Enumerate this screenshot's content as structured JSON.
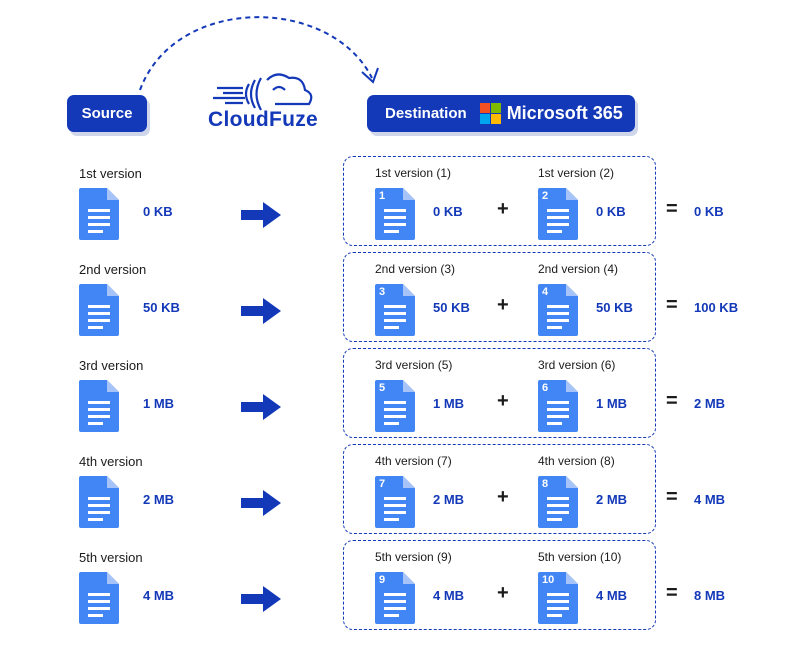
{
  "header": {
    "source_label": "Source",
    "brand_name": "CloudFuze",
    "destination_label": "Destination",
    "destination_product": "Microsoft 365",
    "ms_logo_colors": [
      "#f25022",
      "#7fba00",
      "#00a4ef",
      "#ffb900"
    ]
  },
  "colors": {
    "accent": "#1338b8",
    "doc_blue": "#4285f4",
    "doc_fold": "#a7c4f8"
  },
  "icons": {
    "document": "document-icon",
    "arrow": "arrow-right-icon"
  },
  "rows": [
    {
      "source_version": "1st version",
      "source_size": "0 KB",
      "dest_a_label": "1st version (1)",
      "dest_a_num": "1",
      "dest_a_size": "0 KB",
      "dest_b_label": "1st version (2)",
      "dest_b_num": "2",
      "dest_b_size": "0 KB",
      "plus": "+",
      "equals": "=",
      "total": "0 KB"
    },
    {
      "source_version": "2nd version",
      "source_size": "50 KB",
      "dest_a_label": "2nd version (3)",
      "dest_a_num": "3",
      "dest_a_size": "50 KB",
      "dest_b_label": "2nd version (4)",
      "dest_b_num": "4",
      "dest_b_size": "50 KB",
      "plus": "+",
      "equals": "=",
      "total": "100 KB"
    },
    {
      "source_version": "3rd version",
      "source_size": "1 MB",
      "dest_a_label": "3rd version (5)",
      "dest_a_num": "5",
      "dest_a_size": "1 MB",
      "dest_b_label": "3rd version (6)",
      "dest_b_num": "6",
      "dest_b_size": "1 MB",
      "plus": "+",
      "equals": "=",
      "total": "2 MB"
    },
    {
      "source_version": "4th version",
      "source_size": "2 MB",
      "dest_a_label": "4th version (7)",
      "dest_a_num": "7",
      "dest_a_size": "2 MB",
      "dest_b_label": "4th version (8)",
      "dest_b_num": "8",
      "dest_b_size": "2 MB",
      "plus": "+",
      "equals": "=",
      "total": "4 MB"
    },
    {
      "source_version": "5th version",
      "source_size": "4 MB",
      "dest_a_label": "5th version (9)",
      "dest_a_num": "9",
      "dest_a_size": "4 MB",
      "dest_b_label": "5th version (10)",
      "dest_b_num": "10",
      "dest_b_size": "4 MB",
      "plus": "+",
      "equals": "=",
      "total": "8 MB"
    }
  ]
}
